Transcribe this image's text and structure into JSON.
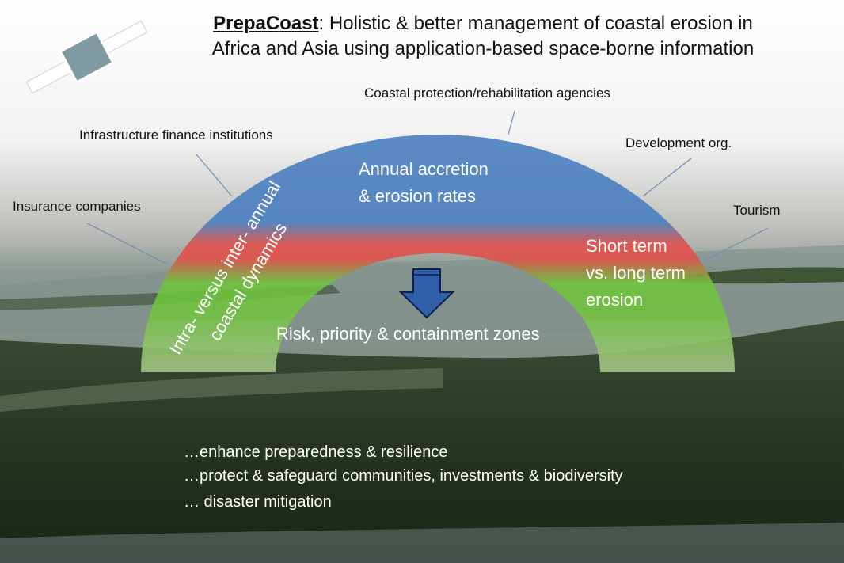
{
  "title": {
    "brand": "PrepaCoast",
    "line1_rest": ": Holistic & better management of coastal erosion in",
    "line2": "Africa and Asia using application-based space-borne information"
  },
  "stakeholders": {
    "coastal_agencies": "Coastal protection/rehabilitation agencies",
    "finance": "Infrastructure finance institutions",
    "development": "Development org.",
    "insurance": "Insurance companies",
    "tourism": "Tourism"
  },
  "arc": {
    "annual_line1": "Annual accretion",
    "annual_line2": "& erosion rates",
    "short_line1": "Short term",
    "short_line2": "vs. long term",
    "short_line3": "erosion",
    "intra_line1": "Intra-  versus inter- annual",
    "intra_line2": "coastal dynamics",
    "risk": "Risk, priority & containment zones"
  },
  "outcomes": [
    "…enhance preparedness & resilience",
    "…protect & safeguard communities,  investments & biodiversity",
    "… disaster mitigation"
  ],
  "colors": {
    "arc_blue": "#4a7fc0",
    "arc_red": "#e0504a",
    "arc_green": "#6fc23e",
    "arrow_blue": "#2f5fa8"
  },
  "icons": {
    "satellite": "satellite-icon",
    "arrow": "down-arrow-icon"
  }
}
